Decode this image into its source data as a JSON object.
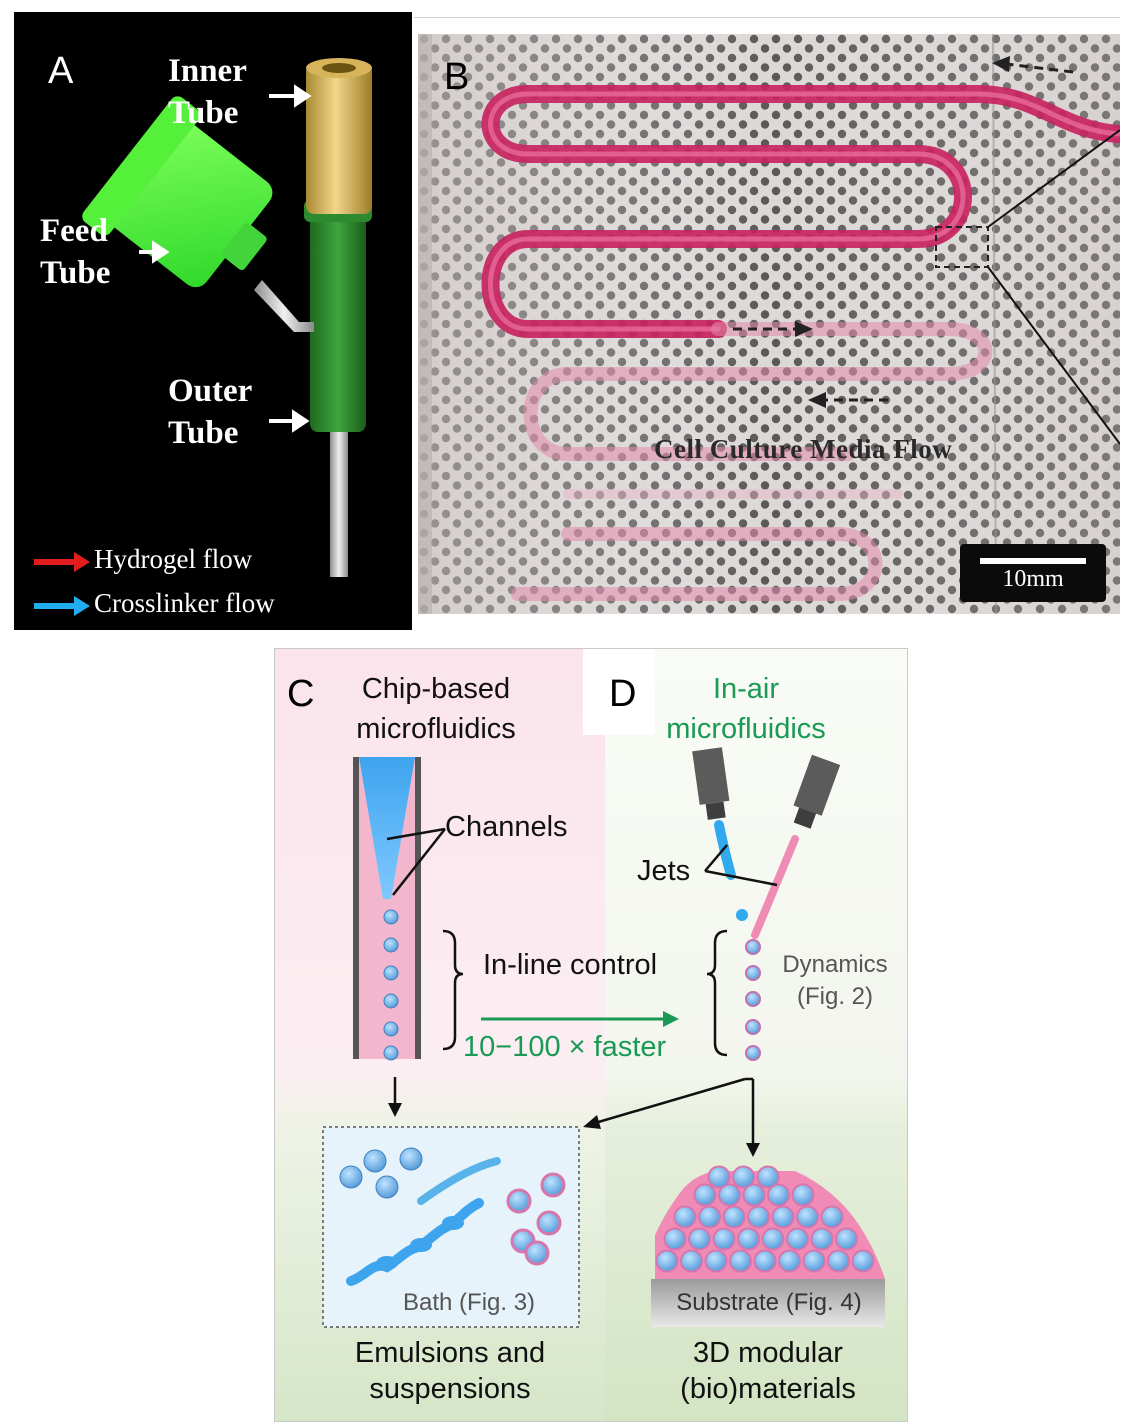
{
  "panel_a": {
    "letter": "A",
    "labels": {
      "inner_tube": [
        "Inner",
        "Tube"
      ],
      "feed_tube": [
        "Feed",
        "Tube"
      ],
      "outer_tube": [
        "Outer",
        "Tube"
      ]
    },
    "legend": [
      {
        "label": "Hydrogel flow",
        "color": "#e11d1d"
      },
      {
        "label": "Crosslinker flow",
        "color": "#20aef0"
      }
    ]
  },
  "panel_b": {
    "letter": "B",
    "flow_label": "Cell Culture Media Flow",
    "scale_bar": "10mm"
  },
  "panel_c": {
    "letter": "C",
    "title": [
      "Chip-based",
      "microfluidics"
    ],
    "channels_label": "Channels",
    "inline_control": "In-line control",
    "speed_label": "10−100 × faster",
    "bath_label": "Bath (Fig. 3)",
    "output_label": [
      "Emulsions and",
      "suspensions"
    ]
  },
  "panel_d": {
    "letter": "D",
    "title": [
      "In-air",
      "microfluidics"
    ],
    "jets_label": "Jets",
    "dynamics_label": [
      "Dynamics",
      "(Fig. 2)"
    ],
    "substrate_label": "Substrate (Fig. 4)",
    "output_label": [
      "3D modular",
      "(bio)materials"
    ]
  },
  "colors": {
    "green_text": "#1a9a55",
    "hydrogel_pink": "#d63a73",
    "droplet_blue": "#5aa7e0"
  }
}
